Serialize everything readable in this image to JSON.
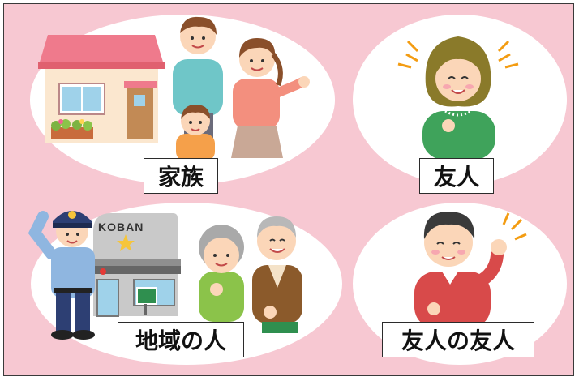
{
  "panels": {
    "family": {
      "label": "家族",
      "icon": "family-house-icon"
    },
    "friend": {
      "label": "友人",
      "icon": "friend-woman-icon"
    },
    "community": {
      "label": "地域の人",
      "icon": "police-koban-elderly-icon",
      "sign": "KOBAN"
    },
    "friend_of_friend": {
      "label": "友人の友人",
      "icon": "waving-man-icon"
    }
  },
  "colors": {
    "background": "#f7c8d2",
    "bubble": "#ffffff",
    "roof": "#ef7a8c",
    "police": "#2d3f73"
  }
}
